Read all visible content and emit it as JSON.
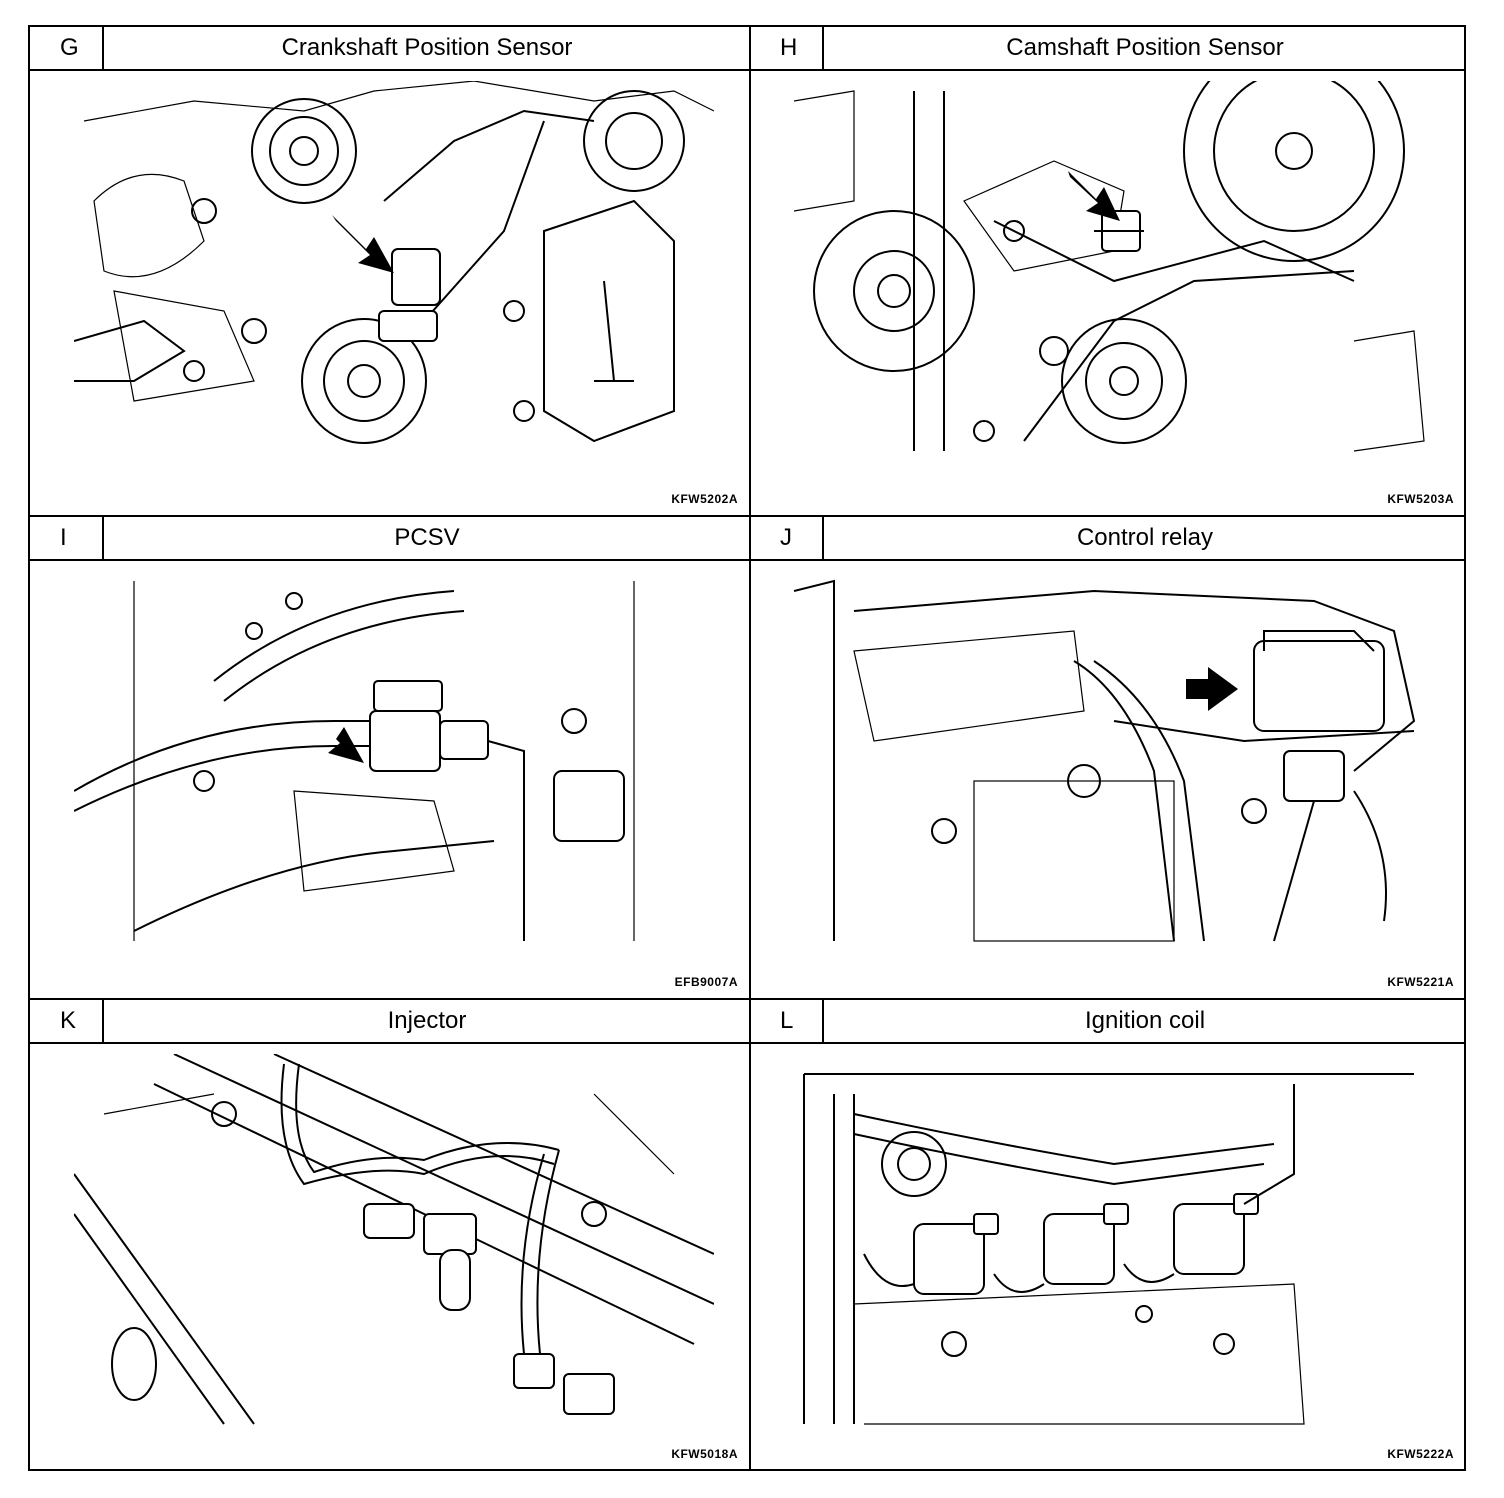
{
  "panels": [
    {
      "letter": "G",
      "title": "Crankshaft Position Sensor",
      "code": "KFW5202A",
      "icon": "crankshaft-sensor-drawing"
    },
    {
      "letter": "H",
      "title": "Camshaft Position Sensor",
      "code": "KFW5203A",
      "icon": "camshaft-sensor-drawing"
    },
    {
      "letter": "I",
      "title": "PCSV",
      "code": "EFB9007A",
      "icon": "pcsv-drawing"
    },
    {
      "letter": "J",
      "title": "Control relay",
      "code": "KFW5221A",
      "icon": "control-relay-drawing"
    },
    {
      "letter": "K",
      "title": "Injector",
      "code": "KFW5018A",
      "icon": "injector-drawing"
    },
    {
      "letter": "L",
      "title": "Ignition coil",
      "code": "KFW5222A",
      "icon": "ignition-coil-drawing"
    }
  ]
}
